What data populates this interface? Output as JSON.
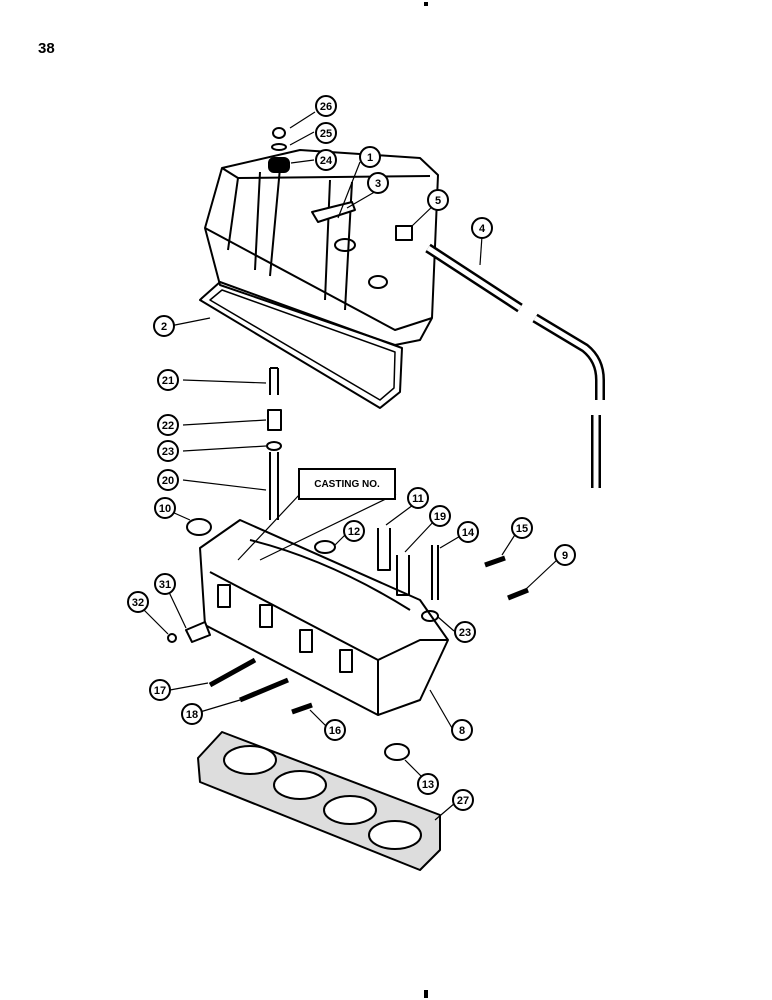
{
  "page_number": "38",
  "casting_label": "CASTING NO.",
  "callouts": [
    "26",
    "25",
    "24",
    "1",
    "3",
    "5",
    "4",
    "2",
    "21",
    "22",
    "23",
    "20",
    "10",
    "12",
    "11",
    "19",
    "14",
    "15",
    "9",
    "31",
    "32",
    "23",
    "17",
    "18",
    "16",
    "8",
    "13",
    "27"
  ]
}
